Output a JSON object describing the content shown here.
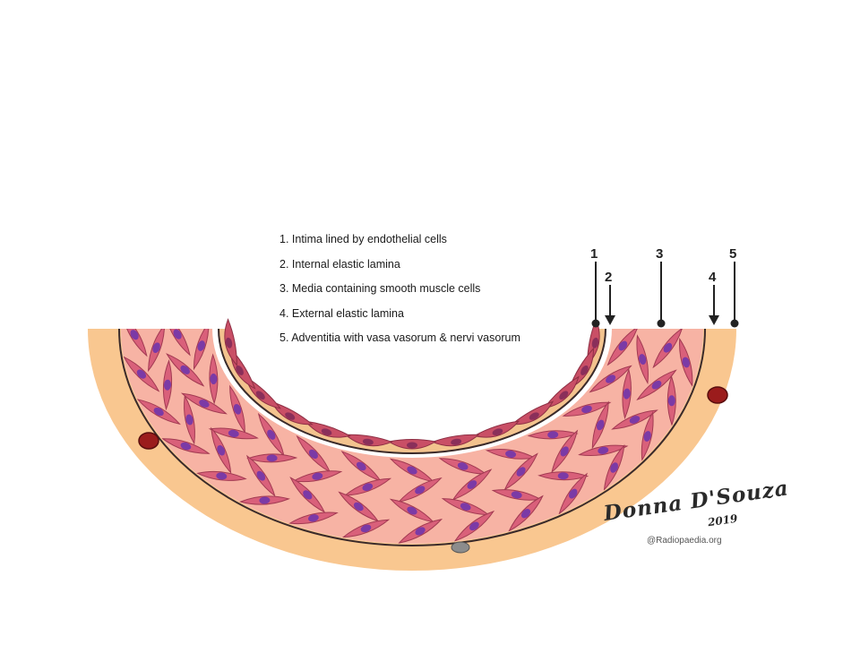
{
  "legend": [
    "1. Intima lined by endothelial cells",
    "2. Internal elastic lamina",
    "3. Media containing smooth muscle cells",
    "4. External elastic lamina",
    "5. Adventitia with vasa vasorum & nervi vasorum"
  ],
  "markers": [
    "1",
    "2",
    "3",
    "4",
    "5"
  ],
  "signature": {
    "name": "Donna D'Souza",
    "year": "2019",
    "credit": "@Radiopaedia.org"
  },
  "colors": {
    "adventitia": "#f9c790",
    "media": "#f7b3a4",
    "intima_cell": "#c94f66",
    "nucleus": "#7b3aa6",
    "vessel": "#9b1c1c",
    "nerve": "#8c8c8c",
    "lamina": "#3a2a2a"
  }
}
